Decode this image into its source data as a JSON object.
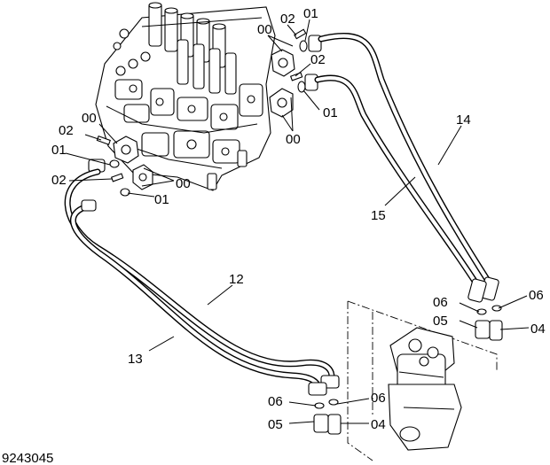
{
  "drawing_number": "9243045",
  "callouts": [
    {
      "key": "c02a",
      "text": "02"
    },
    {
      "key": "c01a",
      "text": "01"
    },
    {
      "key": "c00a",
      "text": "00"
    },
    {
      "key": "c02b",
      "text": "02"
    },
    {
      "key": "c01b",
      "text": "01"
    },
    {
      "key": "c00b",
      "text": "00"
    },
    {
      "key": "c02c",
      "text": "02"
    },
    {
      "key": "c00c",
      "text": "00"
    },
    {
      "key": "c01c",
      "text": "01"
    },
    {
      "key": "c02d",
      "text": "02"
    },
    {
      "key": "c00d",
      "text": "00"
    },
    {
      "key": "c01d",
      "text": "01"
    },
    {
      "key": "c14",
      "text": "14"
    },
    {
      "key": "c15",
      "text": "15"
    },
    {
      "key": "c12",
      "text": "12"
    },
    {
      "key": "c13",
      "text": "13"
    },
    {
      "key": "c06a",
      "text": "06"
    },
    {
      "key": "c06b",
      "text": "06"
    },
    {
      "key": "c05a",
      "text": "05"
    },
    {
      "key": "c04a",
      "text": "04"
    },
    {
      "key": "c06c",
      "text": "06"
    },
    {
      "key": "c06d",
      "text": "06"
    },
    {
      "key": "c05b",
      "text": "05"
    },
    {
      "key": "c04b",
      "text": "04"
    }
  ]
}
